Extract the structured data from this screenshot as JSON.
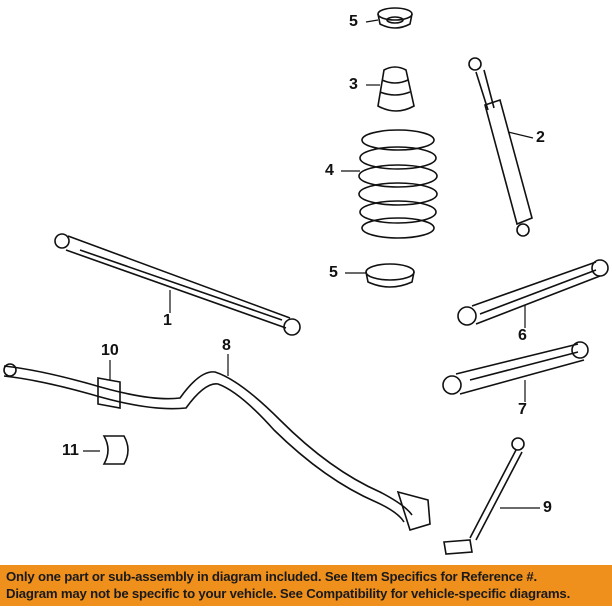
{
  "callouts": {
    "c5_top": "5",
    "c3": "3",
    "c4": "4",
    "c2": "2",
    "c5_lower": "5",
    "c1": "1",
    "c6": "6",
    "c10": "10",
    "c8": "8",
    "c7": "7",
    "c11": "11",
    "c9": "9"
  },
  "banner": {
    "line1": "Only one part or sub-assembly in diagram included. See Item Specifics for Reference #.",
    "line2": "Diagram may not be specific to your vehicle. See Compatibility for vehicle-specific diagrams."
  },
  "colors": {
    "banner": "#ef8f1c",
    "ink": "#111111"
  }
}
